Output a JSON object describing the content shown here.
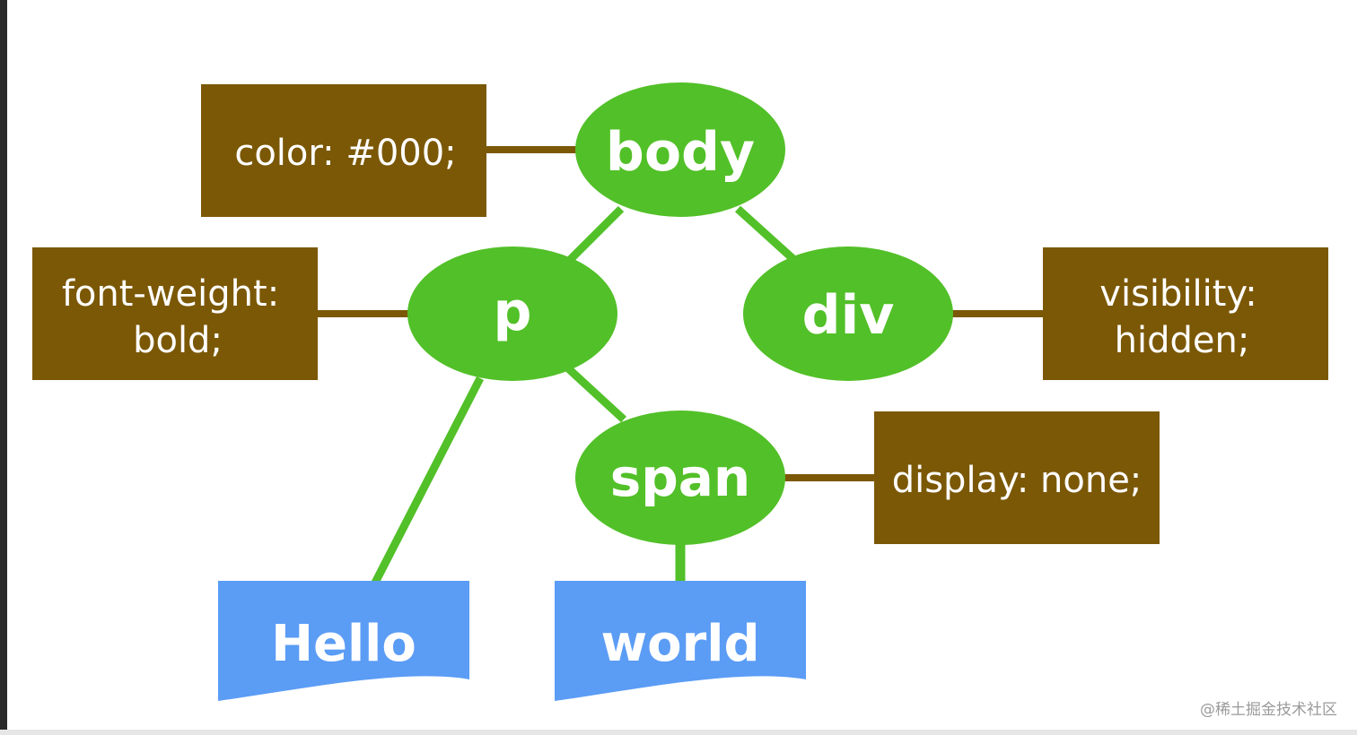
{
  "colors": {
    "element_node": "#52c028",
    "text_node": "#5b9cf5",
    "style_box": "#7b5806",
    "green_edge": "#52c028",
    "brown_edge": "#7b5806",
    "label": "#ffffff"
  },
  "nodes": {
    "body": "body",
    "p": "p",
    "div": "div",
    "span": "span"
  },
  "text_nodes": {
    "hello": "Hello",
    "world": "world"
  },
  "styles": {
    "body": [
      "color: #000;"
    ],
    "p": [
      "font-weight:",
      "bold;"
    ],
    "div": [
      "visibility:",
      "hidden;"
    ],
    "span": [
      "display: none;"
    ]
  },
  "watermark": "@稀土掘金技术社区"
}
